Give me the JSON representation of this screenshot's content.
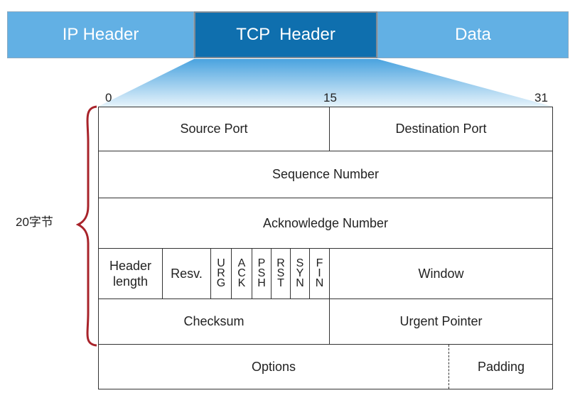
{
  "packet": {
    "ip_header": "IP Header",
    "tcp_header": "TCP  Header",
    "data": "Data"
  },
  "bits": {
    "start": "0",
    "mid": "15",
    "end": "31"
  },
  "size_label": "20字节",
  "fields": {
    "source_port": "Source Port",
    "destination_port": "Destination Port",
    "sequence_number": "Sequence Number",
    "acknowledge_number": "Acknowledge Number",
    "header_length_line1": "Header",
    "header_length_line2": "length",
    "reserved": "Resv.",
    "flags": {
      "urg": [
        "U",
        "R",
        "G"
      ],
      "ack": [
        "A",
        "C",
        "K"
      ],
      "psh": [
        "P",
        "S",
        "H"
      ],
      "rst": [
        "R",
        "S",
        "T"
      ],
      "syn": [
        "S",
        "Y",
        "N"
      ],
      "fin": [
        "F",
        "I",
        "N"
      ]
    },
    "window": "Window",
    "checksum": "Checksum",
    "urgent_pointer": "Urgent Pointer",
    "options": "Options",
    "padding": "Padding"
  },
  "colors": {
    "segment_light": "#62b0e4",
    "segment_dark": "#0f6fae",
    "brace": "#a8232a",
    "funnel_top": "#4aa3df",
    "funnel_bottom": "#ddeef9"
  }
}
